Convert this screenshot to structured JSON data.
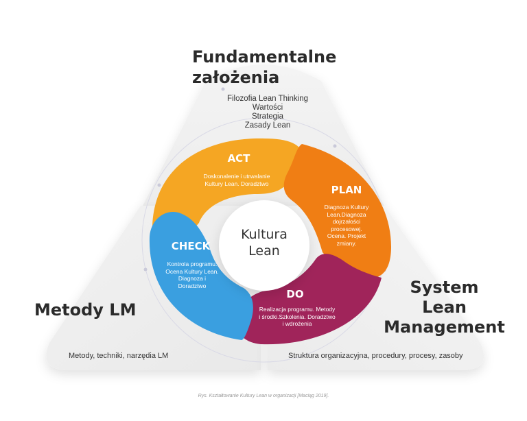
{
  "top": {
    "title_line1": "Fundamentalne",
    "title_line2": "założenia",
    "items": [
      "Filozofia Lean Thinking",
      "Wartości",
      "Strategia",
      "Zasady Lean"
    ]
  },
  "left": {
    "title": "Metody LM",
    "subtitle": "Metody, techniki, narzędia LM"
  },
  "right": {
    "title_line1": "System",
    "title_line2": "Lean",
    "title_line3": "Management",
    "subtitle": "Struktura organizacyjna, procedury, procesy, zasoby"
  },
  "center": {
    "line1": "Kultura",
    "line2": "Lean"
  },
  "segments": {
    "act": {
      "title": "ACT",
      "lines": [
        "Doskonalenie i utrwalanie",
        "Kultury Lean. Doradztwo"
      ],
      "color": "#F5A623"
    },
    "plan": {
      "title": "PLAN",
      "lines": [
        "Diagnoza Kultury",
        "Lean.Diagnoza",
        "dojrzałości",
        "procesowej.",
        "Ocena. Projekt",
        "zmiany."
      ],
      "color": "#F07E14"
    },
    "do": {
      "title": "DO",
      "lines": [
        "Realizacja programu. Metody",
        "i środki.Szkolenia. Doradztwo",
        "i wdrożenia"
      ],
      "color": "#A0245A"
    },
    "check": {
      "title": "CHECK",
      "lines": [
        "Kontrola programu.",
        "Ocena Kultury Lean.",
        "Diagnoza i",
        "Doradztwo"
      ],
      "color": "#3A9FE0"
    }
  },
  "caption": "Rys. Kształtowanie Kultury Lean w organizacji [Maciąg 2019]."
}
